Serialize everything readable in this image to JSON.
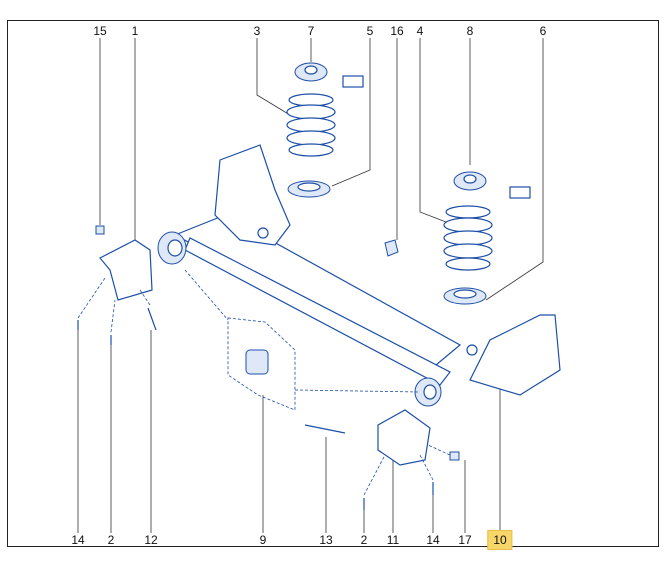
{
  "diagram": {
    "top_labels": [
      "15",
      "1",
      "3",
      "7",
      "5",
      "16",
      "4",
      "8",
      "6"
    ],
    "bottom_labels": [
      "14",
      "2",
      "12",
      "9",
      "13",
      "2",
      "11",
      "14",
      "17",
      "10"
    ],
    "highlighted_label": "10",
    "highlight_color": "#f7d66a",
    "part_color": "#1d4fa8"
  }
}
